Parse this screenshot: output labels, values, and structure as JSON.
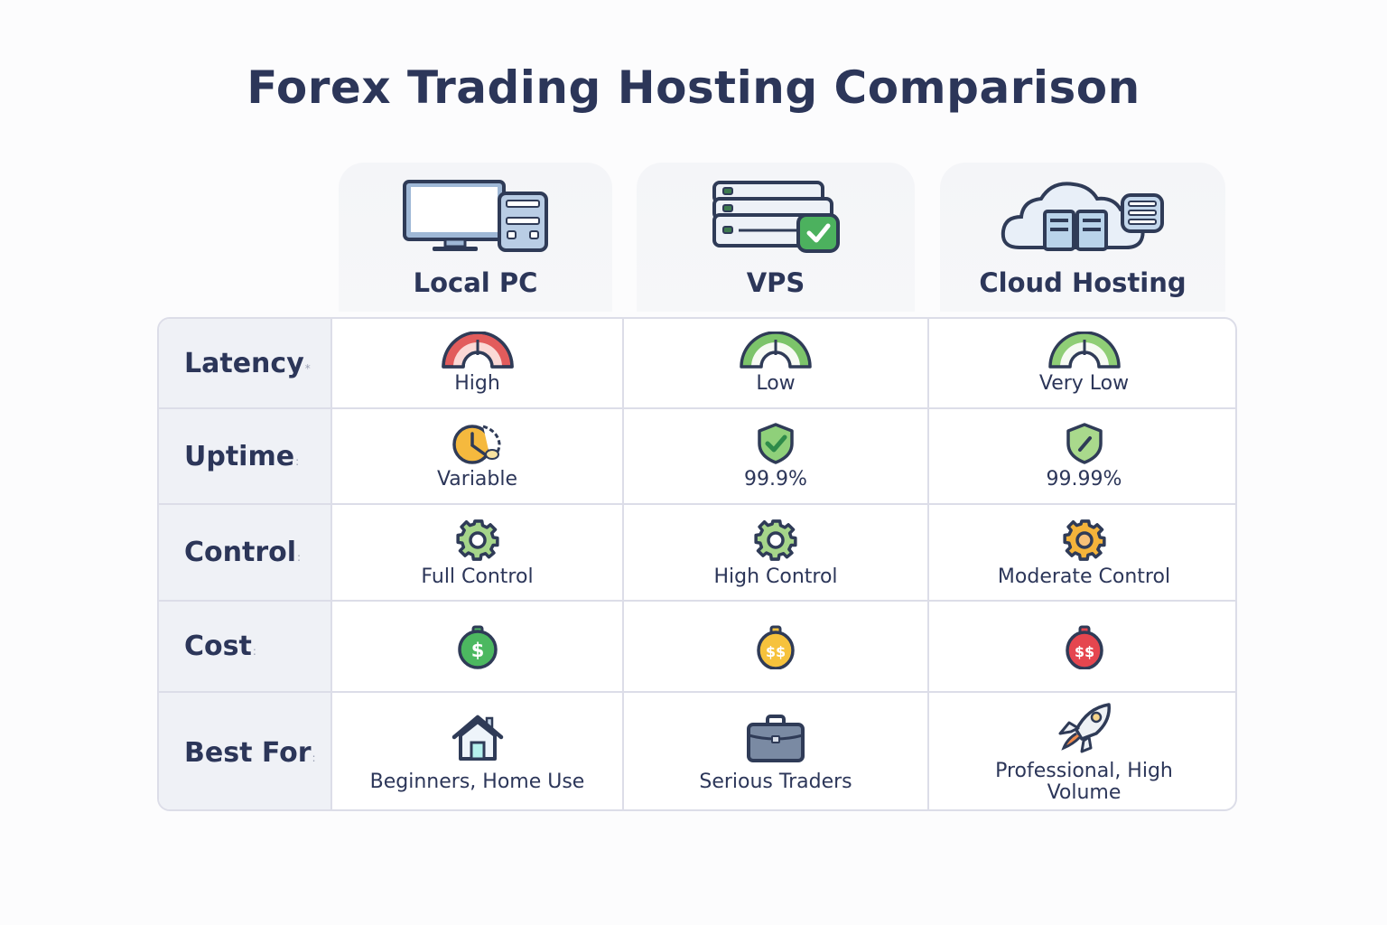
{
  "title": "Forex Trading Hosting Comparison",
  "columns": [
    {
      "label": "Local PC",
      "icon": "desktop-computer-icon"
    },
    {
      "label": "VPS",
      "icon": "server-stack-check-icon"
    },
    {
      "label": "Cloud Hosting",
      "icon": "cloud-servers-icon"
    }
  ],
  "rows": [
    {
      "label": "Latency",
      "mark": "*",
      "cells": [
        {
          "value": "High",
          "icon": "gauge-icon",
          "color": "#e25c5c"
        },
        {
          "value": "Low",
          "icon": "gauge-icon",
          "color": "#7cc46a"
        },
        {
          "value": "Very Low",
          "icon": "gauge-icon",
          "color": "#8fce76"
        }
      ]
    },
    {
      "label": "Uptime",
      "mark": ":",
      "cells": [
        {
          "value": "Variable",
          "icon": "clock-icon",
          "color": "#f5b93e"
        },
        {
          "value": "99.9%",
          "icon": "shield-check-icon",
          "color": "#8fd07a"
        },
        {
          "value": "99.99%",
          "icon": "shield-check-icon",
          "color": "#a9d98c"
        }
      ]
    },
    {
      "label": "Control",
      "mark": ":",
      "cells": [
        {
          "value": "Full Control",
          "icon": "gear-icon",
          "color": "#a6d58a"
        },
        {
          "value": "High Control",
          "icon": "gear-icon",
          "color": "#a6d58a"
        },
        {
          "value": "Moderate Control",
          "icon": "gear-icon",
          "color": "#f4b33a"
        }
      ]
    },
    {
      "label": "Cost",
      "mark": ":",
      "cells": [
        {
          "value": "",
          "icon": "money-bag-icon",
          "symbol": "$",
          "color": "#4cb860"
        },
        {
          "value": "",
          "icon": "money-bag-icon",
          "symbol": "$$",
          "color": "#f6c23c"
        },
        {
          "value": "",
          "icon": "money-bag-icon",
          "symbol": "$$",
          "color": "#e5464f"
        }
      ]
    },
    {
      "label": "Best For",
      "mark": ":",
      "cells": [
        {
          "value": "Beginners, Home Use",
          "icon": "house-icon"
        },
        {
          "value": "Serious Traders",
          "icon": "briefcase-icon"
        },
        {
          "value": "Professional, High Volume",
          "icon": "rocket-icon"
        }
      ]
    }
  ]
}
